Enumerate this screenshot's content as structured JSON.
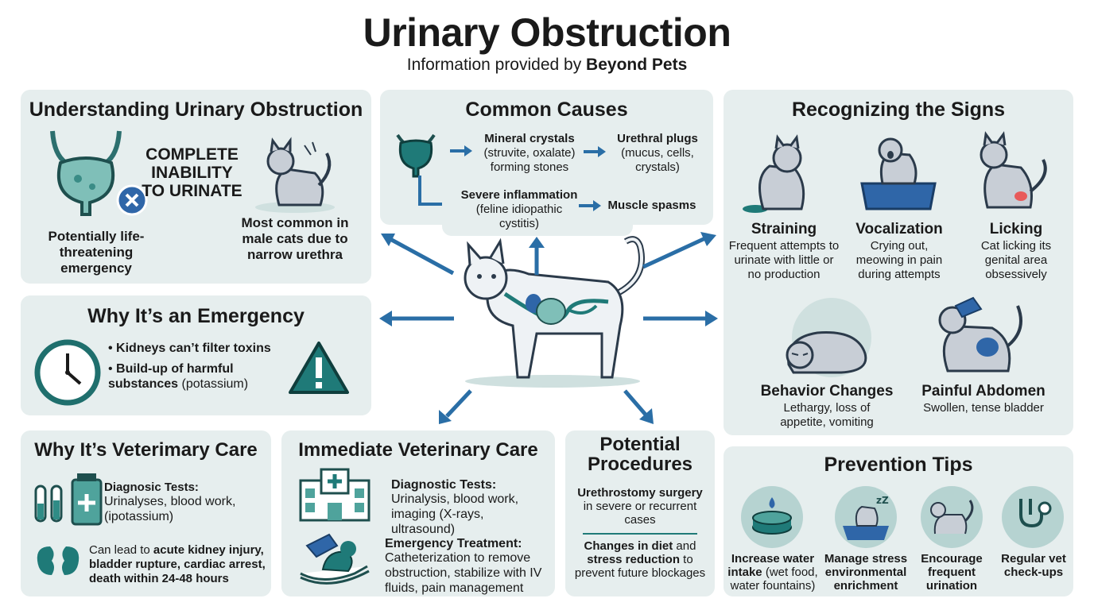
{
  "header": {
    "title": "Urinary Obstruction",
    "subtitle_prefix": "Information provided by ",
    "subtitle_brand": "Beyond Pets"
  },
  "understanding": {
    "title": "Understanding Urinary Obstruction",
    "headline": "COMPLETE INABILITY TO URINATE",
    "left_caption": "Potentially life-threatening emergency",
    "right_caption": "Most common in male cats due to narrow urethra"
  },
  "emergency": {
    "title": "Why It’s an Emergency",
    "bullet1": "Kidneys can’t filter toxins",
    "bullet2_bold": "Build-up of harmful substances",
    "bullet2_rest": " (potassium)"
  },
  "why_care": {
    "title": "Why It’s Veterimary Care",
    "diag_label": "Diagnosic Tests:",
    "diag_text": "Urinalyses, blood work, (ipotassium)",
    "lead_prefix": "Can lead to ",
    "lead_bold": "acute kidney injury, bladder rupture, cardiac arrest, death within 24-48 hours"
  },
  "immediate": {
    "title": "Immediate Veterinary Care",
    "diag_label": "Diagnostic Tests:",
    "diag_text": "Urinalysis, blood work, imaging (X-rays, ultrasound)",
    "treat_label": "Emergency Treatment:",
    "treat_text": "Catheterization to remove obstruction, stabilize with IV fluids, pain management"
  },
  "procedures": {
    "title": "Potential Procedures",
    "item1_bold": "Urethrostomy surgery",
    "item1_rest": "in severe or recurrent cases",
    "item2_bold_a": "Changes in diet",
    "item2_mid": " and ",
    "item2_bold_b": "stress reduction",
    "item2_rest": " to prevent future blockages"
  },
  "causes": {
    "title": "Common Causes",
    "c1_bold": "Mineral crystals",
    "c1_rest": "(struvite, oxalate) forming stones",
    "c2_bold": "Urethral plugs",
    "c2_rest": "(mucus, cells, crystals)",
    "c3_bold": "Severe inflammation",
    "c3_rest": "(feline idiopathic cystitis)",
    "c4_bold": "Muscle spasms"
  },
  "signs": {
    "title": "Recognizing the Signs",
    "s1_label": "Straining",
    "s1_text": "Frequent attempts to urinate with little or no production",
    "s2_label": "Vocalization",
    "s2_text": "Crying out, meowing in pain during attempts",
    "s3_label": "Licking",
    "s3_text": "Cat licking its genital area obsessively",
    "s4_label": "Behavior Changes",
    "s4_text": "Lethargy, loss of appetite, vomiting",
    "s5_label": "Painful Abdomen",
    "s5_text": "Swollen, tense bladder"
  },
  "prevention": {
    "title": "Prevention Tips",
    "p1_bold": "Increase water intake",
    "p1_rest": " (wet food, water fountains)",
    "p2": "Manage stress environmental enrichment",
    "p3": "Encourage frequent urination",
    "p4": "Regular vet check-ups"
  },
  "colors": {
    "teal": "#1f7a78",
    "blue_arrow": "#2a6ea6",
    "panel": "#e6eeee"
  }
}
